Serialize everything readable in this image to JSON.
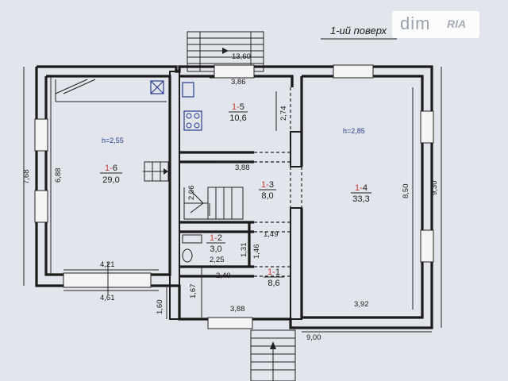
{
  "floor_title": "1-ий поверх",
  "watermark": {
    "brand": "dim",
    "brand2": "RIA"
  },
  "rooms": [
    {
      "id_prefix": "1-",
      "id_num": "6",
      "area": "29,0",
      "height": "h=2,55"
    },
    {
      "id_prefix": "1-",
      "id_num": "5",
      "area": "10,6"
    },
    {
      "id_prefix": "1-",
      "id_num": "4",
      "area": "33,3",
      "height": "h=2,85"
    },
    {
      "id_prefix": "1-",
      "id_num": "3",
      "area": "8,0"
    },
    {
      "id_prefix": "1-",
      "id_num": "2",
      "area": "3,0"
    },
    {
      "id_prefix": "1-",
      "id_num": "1",
      "area": "8,6"
    }
  ],
  "dimensions": {
    "top_stair_width": "13,60",
    "kitchen_top": "3,86",
    "kitchen_side": "2,74",
    "kitchen_bottom": "3,88",
    "left_outer": "7,68",
    "left_inner": "6,88",
    "garage_bottom_inner": "4,21",
    "garage_bottom_outer": "4,61",
    "stair_side": "2,06",
    "hall_side": "1,49",
    "wc_width": "2,25",
    "wc_side1": "1,31",
    "wc_side2": "1,46",
    "entrance_top": "2,40",
    "entrance_side": "1,67",
    "entrance_bottom": "3,88",
    "corridor_side": "1,60",
    "big_room_side": "8,50",
    "big_room_bottom": "3,92",
    "right_outer": "9,30",
    "bottom_outer": "9,00"
  }
}
